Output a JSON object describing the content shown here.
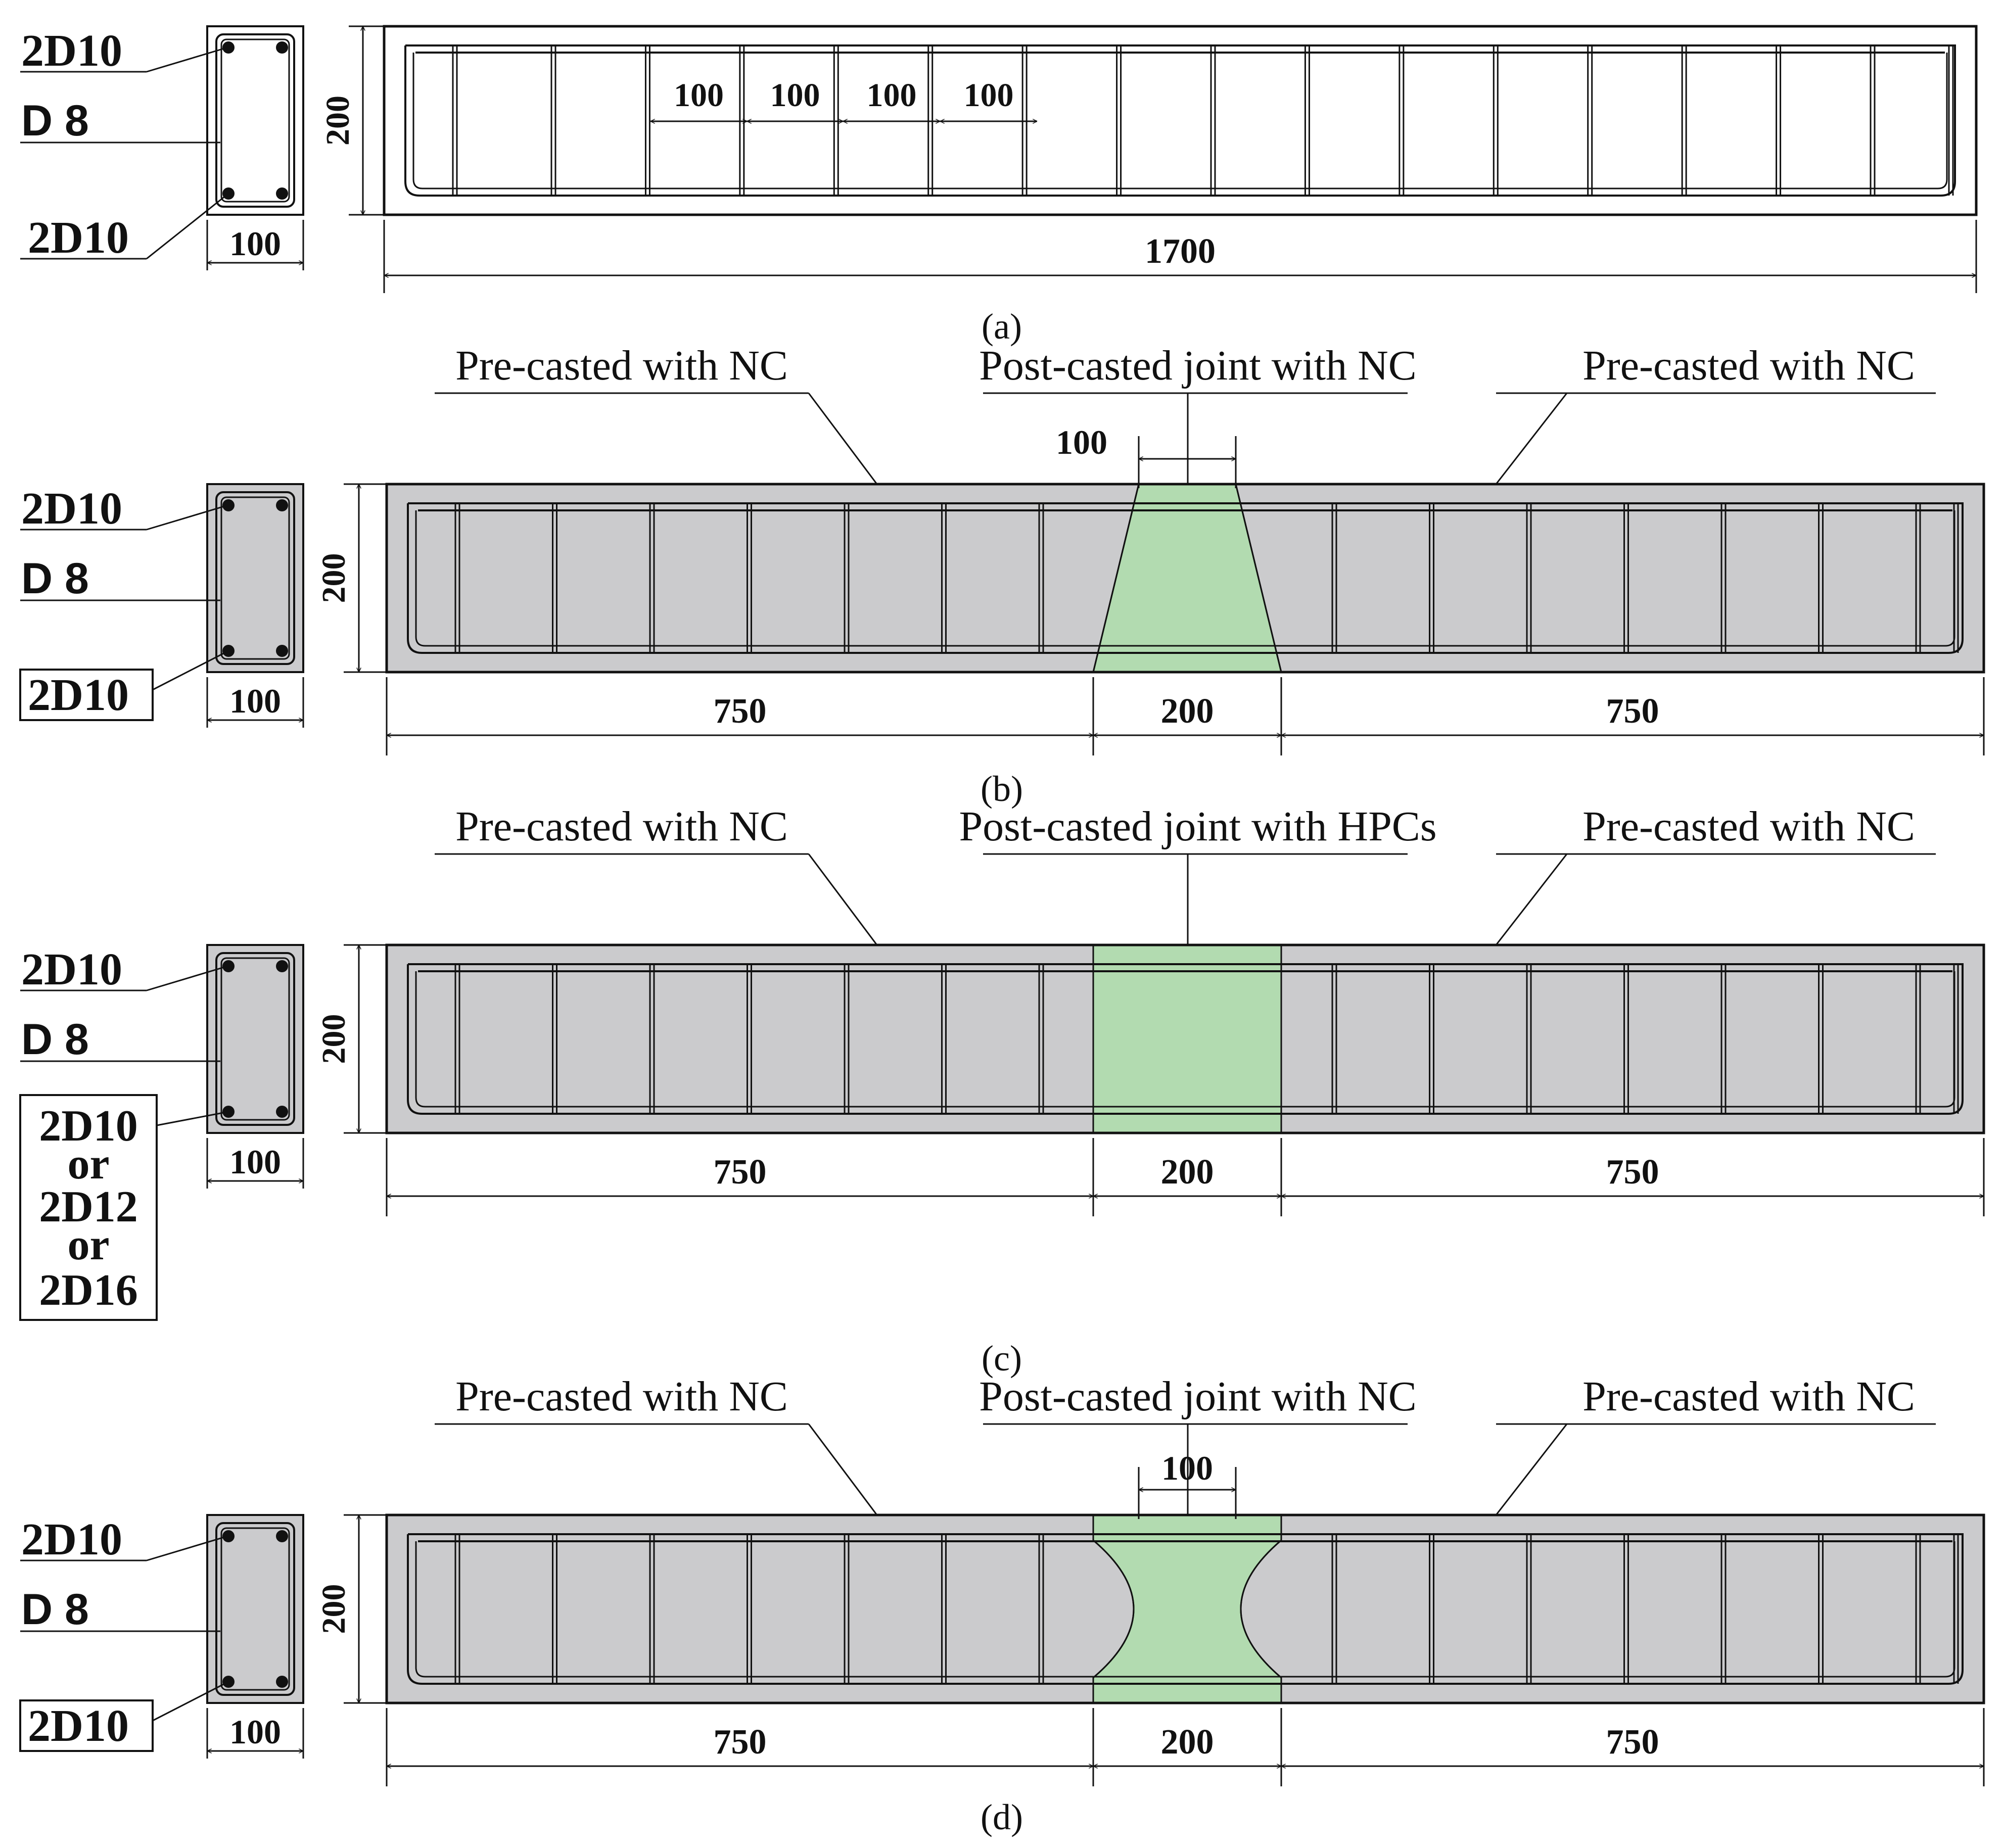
{
  "colors": {
    "precast": "#cbcbcd",
    "joint": "#b2dbb0",
    "line": "#111111"
  },
  "panels": [
    {
      "id": "a",
      "caption": "(a)",
      "section": {
        "top_bars": "2D10",
        "stirrup": "D 8",
        "bottom_bars": [
          "2D10"
        ],
        "bottom_boxed": false,
        "width_dim": "100"
      },
      "beam": {
        "height_dim": "200",
        "length_dim": "1700",
        "spacing_dims": [
          "100",
          "100",
          "100",
          "100"
        ]
      }
    },
    {
      "id": "b",
      "caption": "(b)",
      "section": {
        "top_bars": "2D10",
        "stirrup": "D 8",
        "bottom_bars": [
          "2D10"
        ],
        "bottom_boxed": true,
        "width_dim": "100"
      },
      "beam": {
        "height_dim": "200",
        "left_label": "Pre-casted with NC",
        "joint_label": "Post-casted joint with NC",
        "right_label": "Pre-casted with NC",
        "joint_top_dim": "100",
        "left_dim": "750",
        "joint_dim": "200",
        "right_dim": "750"
      }
    },
    {
      "id": "c",
      "caption": "(c)",
      "section": {
        "top_bars": "2D10",
        "stirrup": "D 8",
        "bottom_bars": [
          "2D10",
          "or",
          "2D12",
          "or",
          "2D16"
        ],
        "bottom_boxed": true,
        "width_dim": "100"
      },
      "beam": {
        "height_dim": "200",
        "left_label": "Pre-casted with NC",
        "joint_label": "Post-casted joint with HPCs",
        "right_label": "Pre-casted with NC",
        "left_dim": "750",
        "joint_dim": "200",
        "right_dim": "750"
      }
    },
    {
      "id": "d",
      "caption": "(d)",
      "section": {
        "top_bars": "2D10",
        "stirrup": "D 8",
        "bottom_bars": [
          "2D10"
        ],
        "bottom_boxed": true,
        "width_dim": "100"
      },
      "beam": {
        "height_dim": "200",
        "left_label": "Pre-casted with NC",
        "joint_label": "Post-casted joint with NC",
        "right_label": "Pre-casted with NC",
        "joint_top_dim": "100",
        "left_dim": "750",
        "joint_dim": "200",
        "right_dim": "750"
      }
    }
  ]
}
